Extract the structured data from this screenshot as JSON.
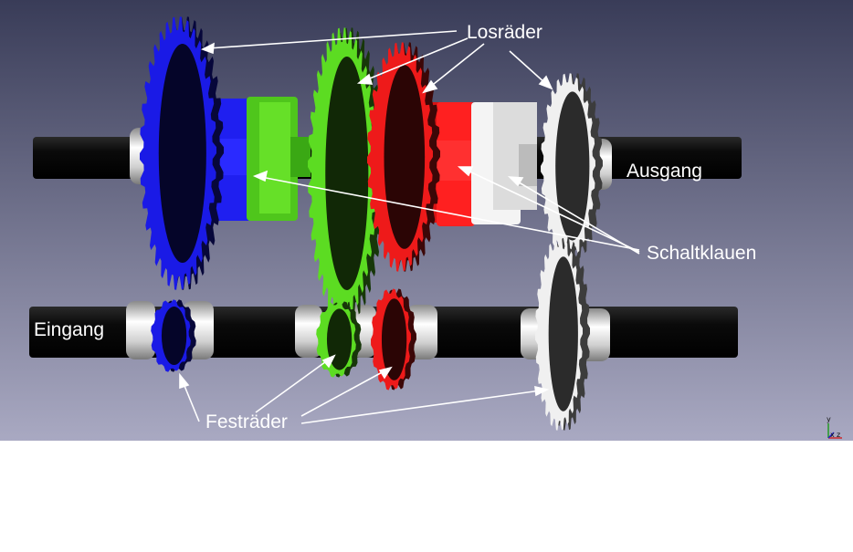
{
  "labels": {
    "losraeder": "Losräder",
    "ausgang": "Ausgang",
    "schaltklauen": "Schaltklauen",
    "eingang": "Eingang",
    "festraeder": "Festräder"
  },
  "axis_indicator": {
    "y": "y",
    "x": "x",
    "z": "z"
  },
  "colors": {
    "background_top": "#3a3d5a",
    "background_bottom": "#a7a7c0",
    "blue": "#1a1ae6",
    "green": "#5cdc22",
    "red": "#ee1a1a",
    "white": "#f0f0f0",
    "shaft": "#0c0c0c",
    "label_text": "#ffffff"
  }
}
